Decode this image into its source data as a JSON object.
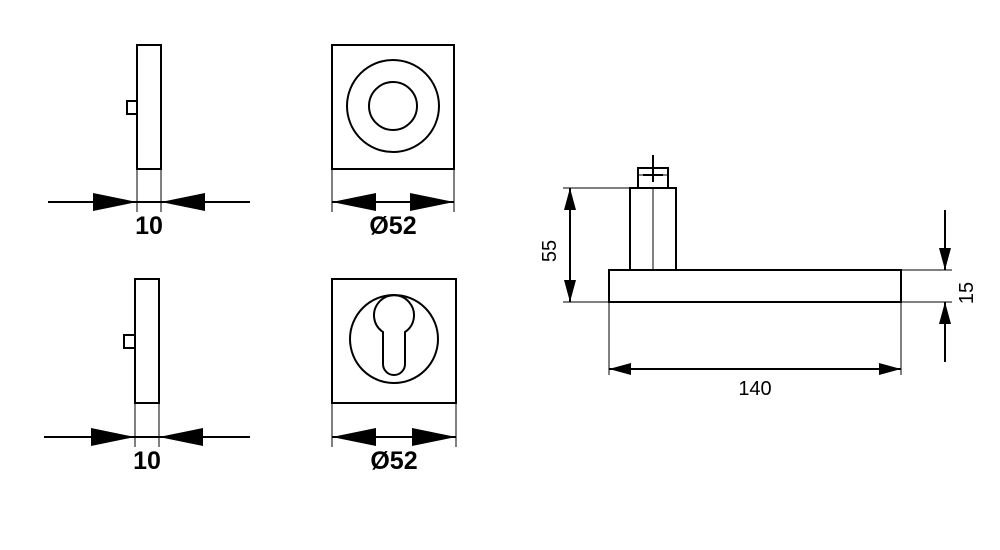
{
  "dimensions": {
    "top_side_thickness": "10",
    "top_rose_diameter": "Ø52",
    "bottom_side_thickness": "10",
    "bottom_rose_diameter": "Ø52",
    "lever_height": "55",
    "lever_thickness": "15",
    "lever_length": "140"
  }
}
